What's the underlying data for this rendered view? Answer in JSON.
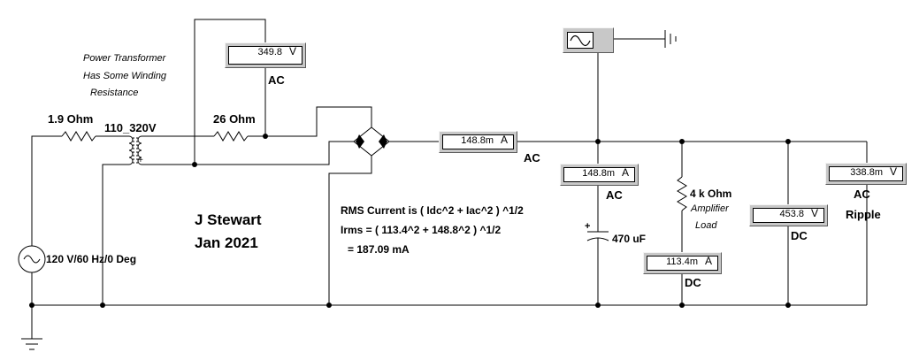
{
  "notes": {
    "transformer_note": [
      "Power Transformer",
      "Has Some Winding",
      "Resistance"
    ],
    "author": "J Stewart",
    "date": "Jan 2021",
    "rms_formula": [
      "RMS Current is ( Idc^2 + Iac^2 ) ^1/2",
      "Irms = ( 113.4^2 + 148.8^2 ) ^1/2",
      "= 187.09 mA"
    ]
  },
  "components": {
    "source": "120 V/60 Hz/0 Deg",
    "r_primary": "1.9  Ohm",
    "transformer": "110_320V",
    "r_secondary": "26  Ohm",
    "capacitor": "470 uF",
    "load_value": "4 k Ohm",
    "load_desc": [
      "Amplifier",
      "Load"
    ],
    "cap_polarity": "+",
    "xfmr_polarity": "+"
  },
  "meters": {
    "secondary_voltage": {
      "value": "349.8",
      "unit": "V",
      "mode": "AC"
    },
    "line_current": {
      "value": "148.8m",
      "unit": "A",
      "mode": "AC"
    },
    "cap_current": {
      "value": "148.8m",
      "unit": "A",
      "mode": "AC"
    },
    "load_current": {
      "value": "113.4m",
      "unit": "A",
      "mode": "DC"
    },
    "dc_voltage": {
      "value": "453.8",
      "unit": "V",
      "mode": "DC"
    },
    "ripple_voltage": {
      "value": "338.8m",
      "unit": "V",
      "mode": "AC",
      "note": "Ripple"
    }
  },
  "colors": {
    "wire": "#000000",
    "meter_bezel": "#c8c8c8",
    "background": "#ffffff"
  }
}
